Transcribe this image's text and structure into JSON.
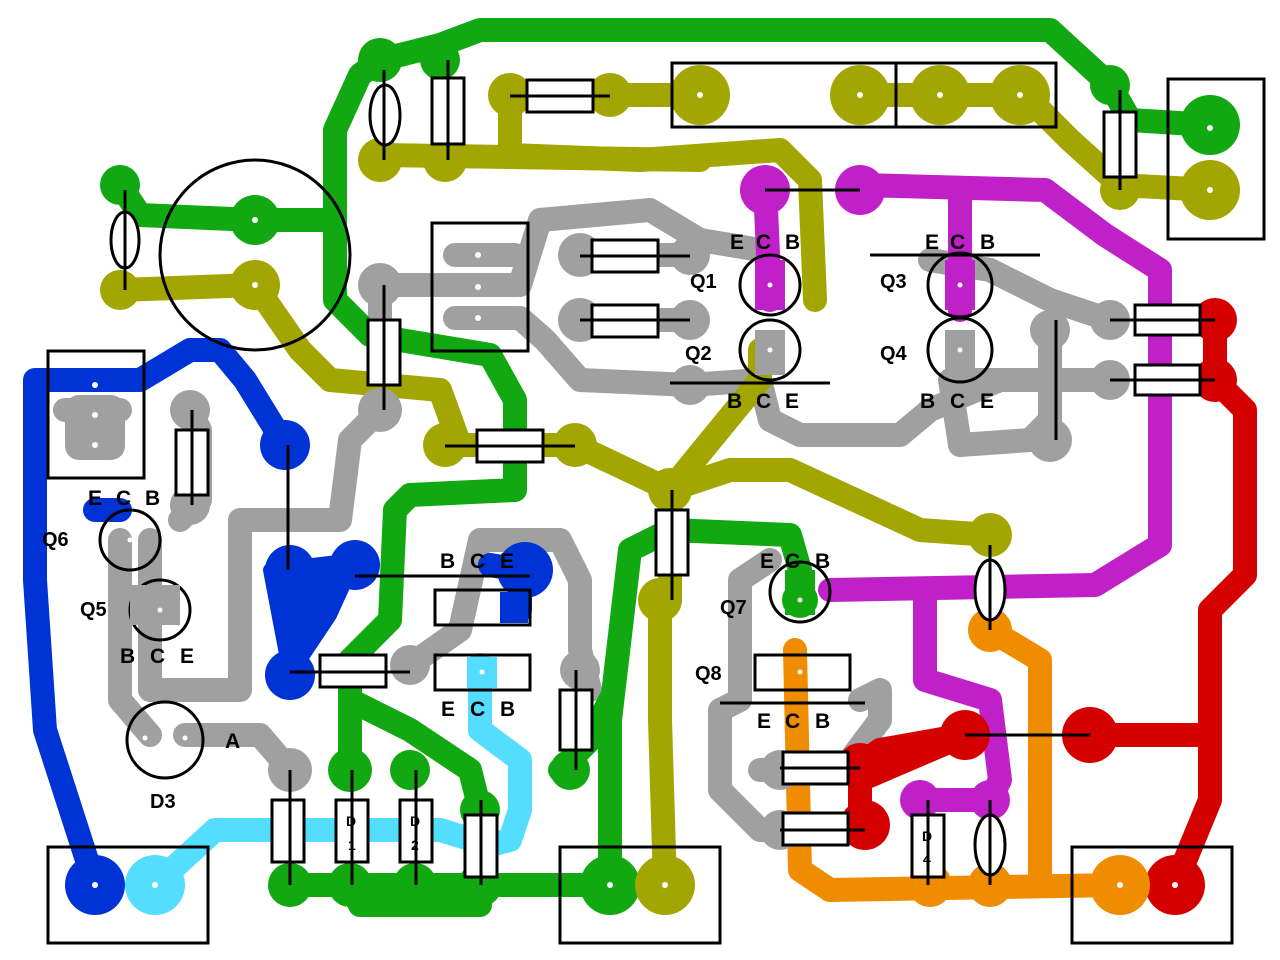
{
  "colors": {
    "gray": "#a0a0a0",
    "green": "#11a811",
    "olive": "#a3a600",
    "blue": "#0033d6",
    "cyan": "#55ddff",
    "magenta": "#c020c8",
    "red": "#d40000",
    "orange": "#f08c00"
  },
  "transistors": {
    "q1": {
      "label": "Q1",
      "e": "E",
      "c": "C",
      "b": "B"
    },
    "q2": {
      "label": "Q2",
      "e": "E",
      "c": "C",
      "b": "B"
    },
    "q3": {
      "label": "Q3",
      "e": "E",
      "c": "C",
      "b": "B"
    },
    "q4": {
      "label": "Q4",
      "e": "E",
      "c": "C",
      "b": "B"
    },
    "q5": {
      "label": "Q5",
      "e": "E",
      "c": "C",
      "b": "B"
    },
    "q6": {
      "label": "Q6",
      "e": "E",
      "c": "C",
      "b": "B"
    },
    "q7": {
      "label": "Q7",
      "e": "E",
      "c": "C",
      "b": "B"
    },
    "q8": {
      "label": "Q8",
      "e": "E",
      "c": "C",
      "b": "B"
    },
    "mid_upper": {
      "e": "E",
      "c": "C",
      "b": "B"
    },
    "mid_lower": {
      "e": "E",
      "c": "C",
      "b": "B"
    }
  },
  "diodes": {
    "d1": {
      "line1": "D",
      "line2": "1"
    },
    "d2": {
      "line1": "D",
      "line2": "2"
    },
    "d3": {
      "label": "D3",
      "anode": "A"
    },
    "d4": {
      "line1": "D",
      "line2": "4"
    }
  }
}
